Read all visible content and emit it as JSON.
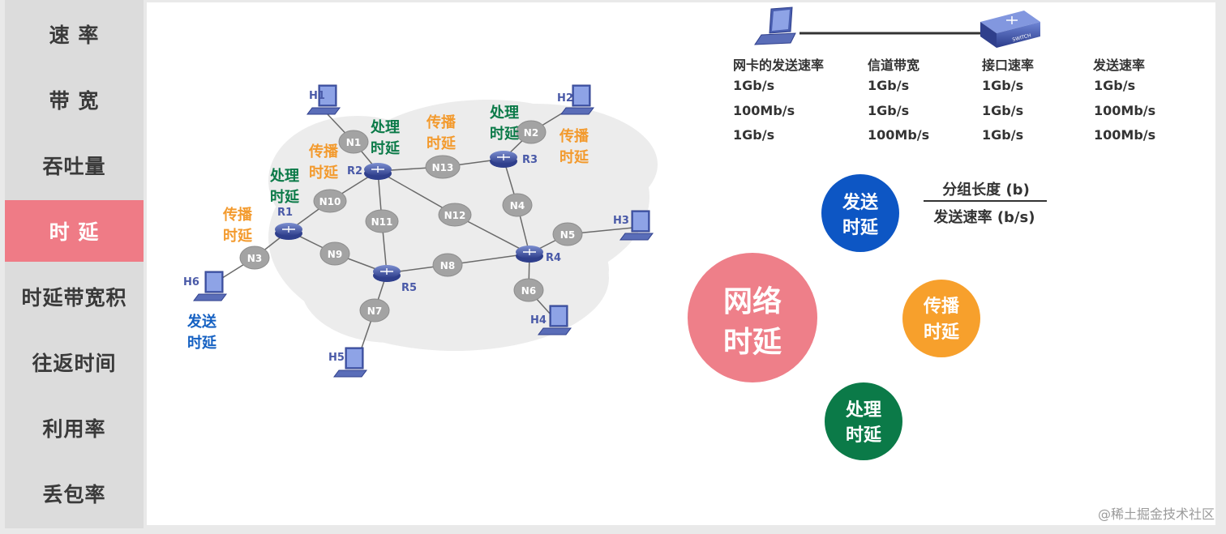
{
  "sidebar": {
    "items": [
      {
        "label": "速 率",
        "active": false
      },
      {
        "label": "带 宽",
        "active": false
      },
      {
        "label": "吞吐量",
        "active": false
      },
      {
        "label": "时 延",
        "active": true
      },
      {
        "label": "时延带宽积",
        "active": false
      },
      {
        "label": "往返时间",
        "active": false
      },
      {
        "label": "利用率",
        "active": false
      },
      {
        "label": "丢包率",
        "active": false
      }
    ]
  },
  "diagram": {
    "hosts": [
      "H1",
      "H2",
      "H3",
      "H4",
      "H5",
      "H6"
    ],
    "routers": [
      "R1",
      "R2",
      "R3",
      "R4",
      "R5"
    ],
    "networks": [
      "N1",
      "N2",
      "N3",
      "N4",
      "N5",
      "N6",
      "N7",
      "N8",
      "N9",
      "N10",
      "N11",
      "N12",
      "N13"
    ],
    "labels": {
      "propagation_line1": "传播",
      "propagation_line2": "时延",
      "processing_line1": "处理",
      "processing_line2": "时延",
      "transmission_line1": "发送",
      "transmission_line2": "时延"
    },
    "switch_text": "SWITCH"
  },
  "rate_table": {
    "headers": [
      "网卡的发送速率",
      "信道带宽",
      "接口速率",
      "发送速率"
    ],
    "rows": [
      [
        "1Gb/s",
        "1Gb/s",
        "1Gb/s",
        "1Gb/s"
      ],
      [
        "100Mb/s",
        "1Gb/s",
        "1Gb/s",
        "100Mb/s"
      ],
      [
        "1Gb/s",
        "100Mb/s",
        "1Gb/s",
        "100Mb/s"
      ]
    ]
  },
  "formula": {
    "numerator": "分组长度 (b)",
    "denominator": "发送速率 (b/s)"
  },
  "circles": {
    "network_delay": {
      "line1": "网络",
      "line2": "时延",
      "color": "#ee7f89"
    },
    "transmission": {
      "line1": "发送",
      "line2": "时延",
      "color": "#0d56c4"
    },
    "propagation": {
      "line1": "传播",
      "line2": "时延",
      "color": "#f7a02c"
    },
    "processing": {
      "line1": "处理",
      "line2": "时延",
      "color": "#0b7a48"
    }
  },
  "colors": {
    "propagation": "#f39a2d",
    "processing": "#0b7a48",
    "transmission": "#1460c2",
    "host_label": "#4a5aa8",
    "sidebar_active": "#ef7b86"
  },
  "watermark": "@稀土掘金技术社区"
}
